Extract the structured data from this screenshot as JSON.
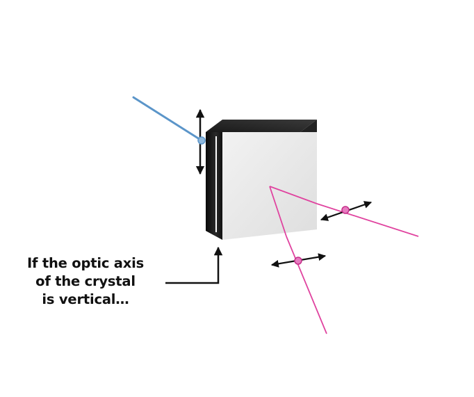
{
  "caption": {
    "lines": [
      "If the optic axis",
      "of the crystal",
      "is vertical…"
    ]
  },
  "colors": {
    "incident_beam": "#5b95c9",
    "refracted_beams": "#e0439f",
    "arrows": "#111111",
    "crystal_face": "#ececec",
    "crystal_edge": "#111111"
  }
}
